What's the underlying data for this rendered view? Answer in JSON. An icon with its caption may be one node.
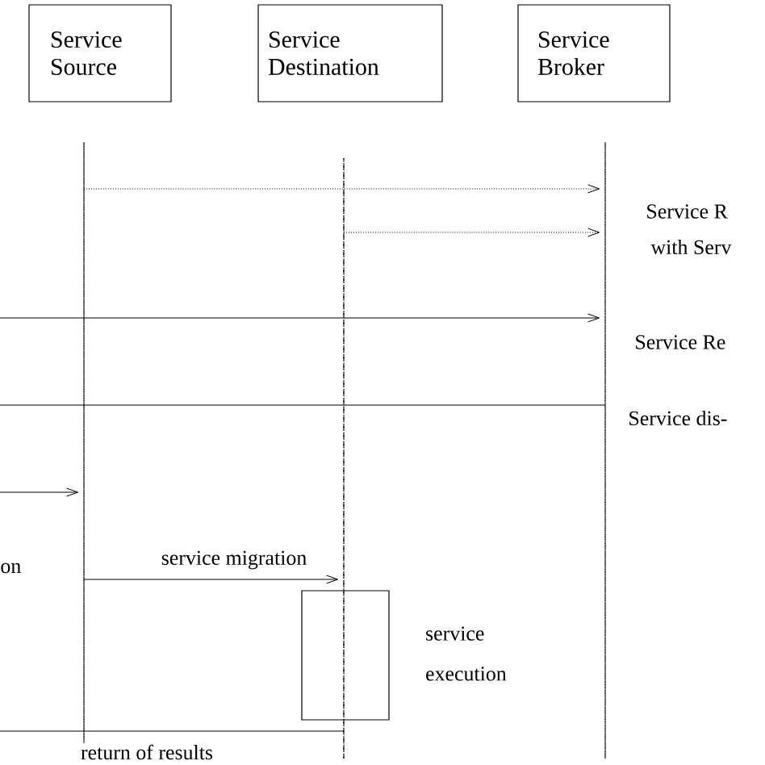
{
  "diagram": {
    "nodes": [
      {
        "text": [
          "Service Source"
        ]
      },
      {
        "text": [
          "Service Destination"
        ]
      },
      {
        "text": [
          "Service Broker"
        ]
      },
      {
        "text": [],
        "shape": "line"
      },
      {
        "text": [],
        "shape": "line"
      },
      {
        "text": [],
        "shape": "line"
      },
      {
        "text": [],
        "shape": "box",
        "beside": [
          "service execution"
        ]
      }
    ],
    "edges": [
      {
        "from": 3,
        "to": 5,
        "arrow": "to",
        "style": "dashed"
      },
      {
        "from": 4,
        "to": 5,
        "arrow": "to",
        "style": "dashed"
      },
      {
        "from": null,
        "to": 5,
        "arrow": "to"
      },
      {
        "from": null,
        "to": 5,
        "arrow": "none"
      },
      {
        "from": null,
        "to": 3,
        "arrow": "to"
      },
      {
        "from": 3,
        "to": 4,
        "arrow": "to",
        "label": "service migration"
      },
      {
        "from": 4,
        "to": null,
        "arrow": "none",
        "label": "return of results"
      }
    ],
    "labels": [
      "Service R",
      "with Serv",
      "Service Re",
      "Service dis-",
      "on"
    ]
  }
}
